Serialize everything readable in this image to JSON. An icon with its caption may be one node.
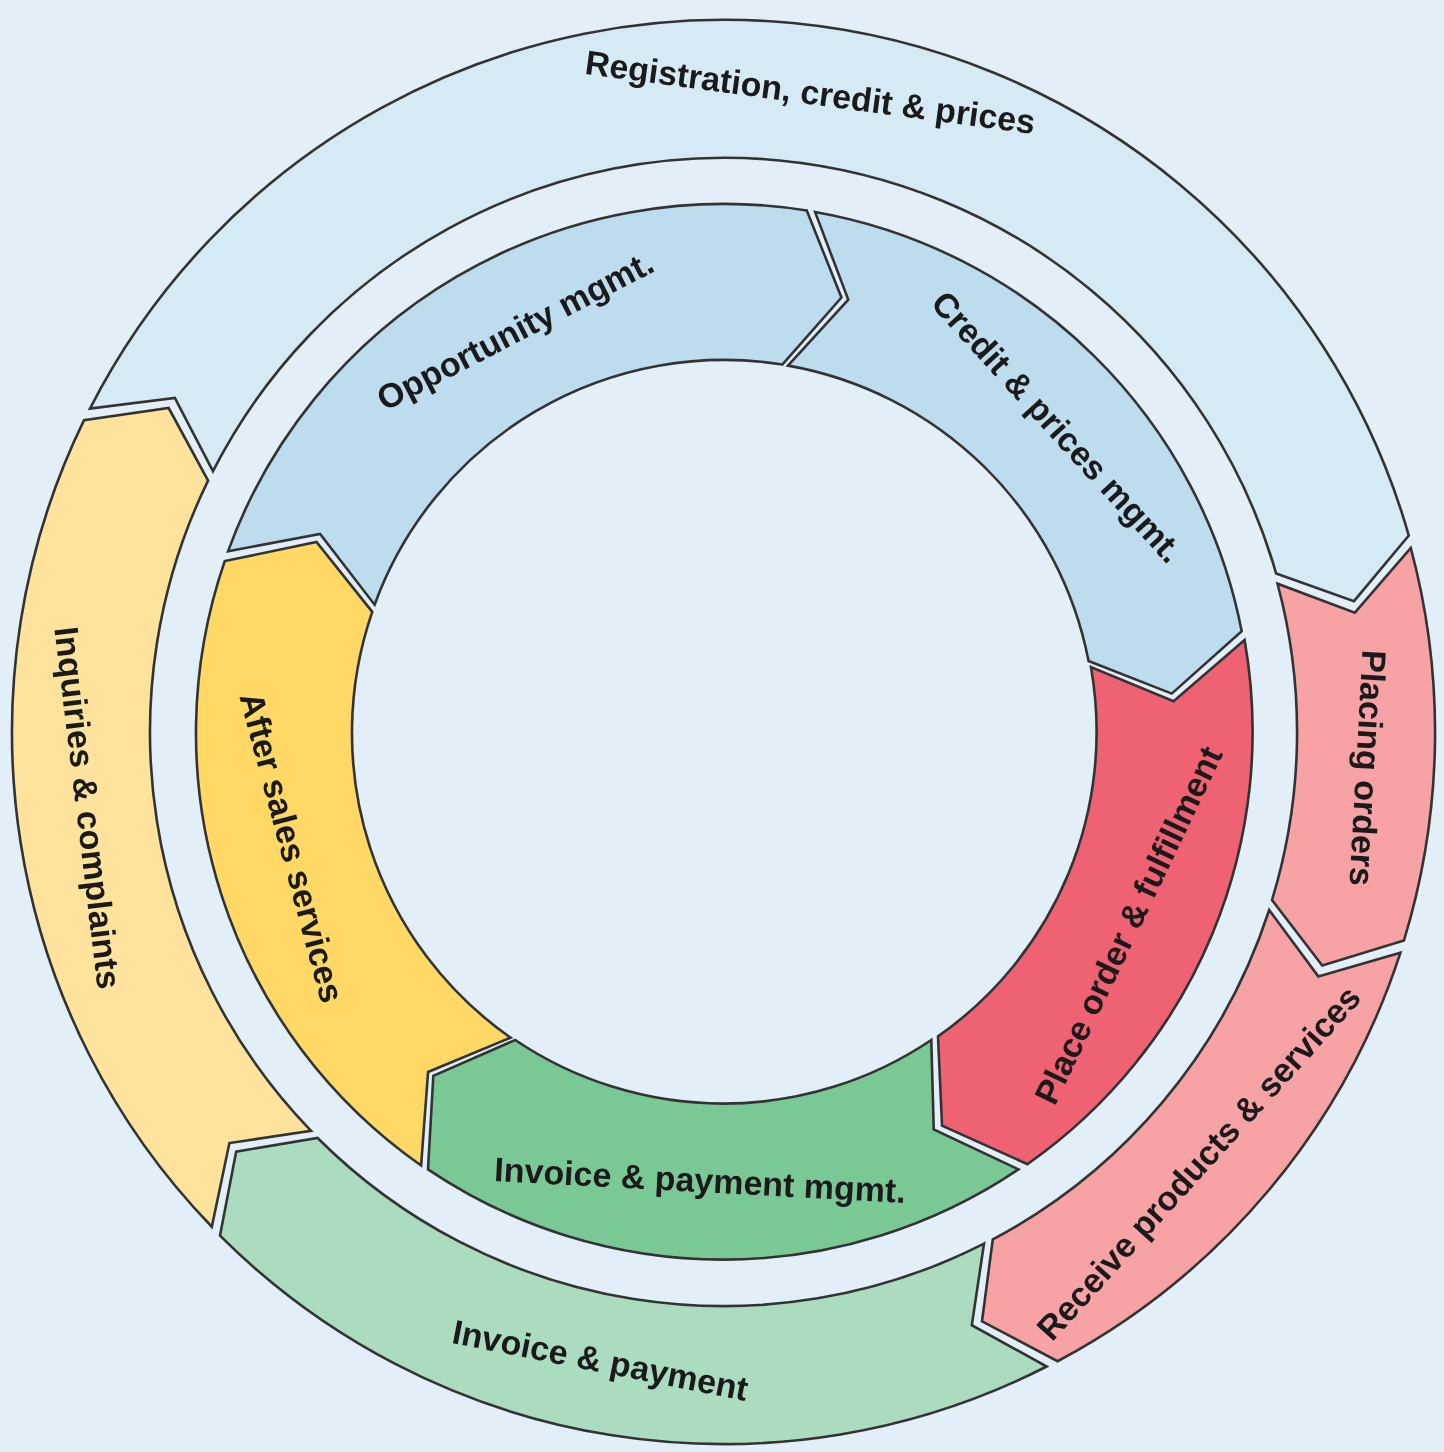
{
  "diagram": {
    "nodes": [
      {
        "text": [
          "Registration, credit & prices"
        ]
      },
      {
        "text": [
          "Placing orders"
        ]
      },
      {
        "text": [
          "Receive products & services"
        ]
      },
      {
        "text": [
          "Invoice & payment"
        ]
      },
      {
        "text": [
          "Inquiries & complaints"
        ]
      },
      {
        "text": [
          "Opportunity mgmt."
        ]
      },
      {
        "text": [
          "Credit & prices mgmt."
        ]
      },
      {
        "text": [
          "Place order & fulfillment"
        ]
      },
      {
        "text": [
          "Invoice & payment mgmt."
        ]
      },
      {
        "text": [
          "After sales services"
        ]
      }
    ]
  }
}
